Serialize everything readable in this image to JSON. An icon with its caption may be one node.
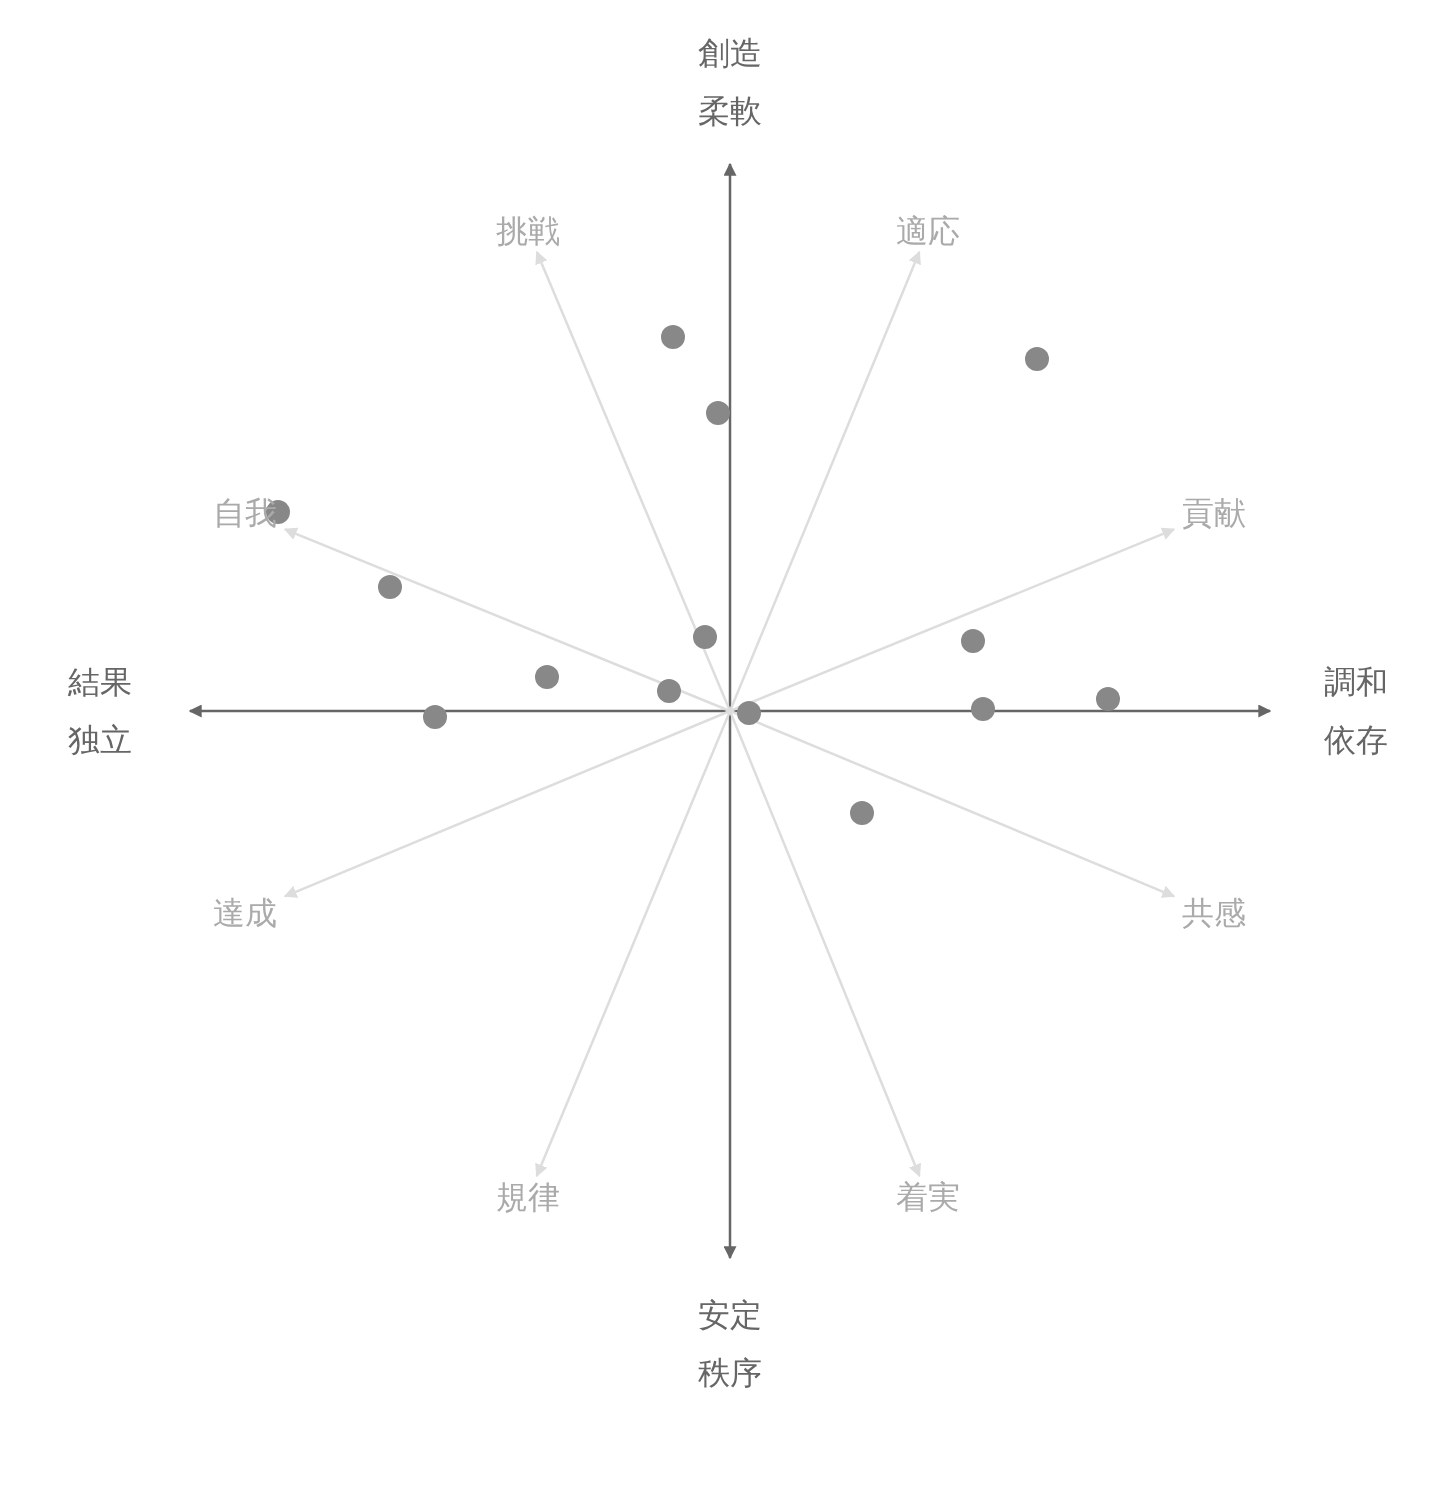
{
  "diagram": {
    "nodes": [
      {
        "text": [
          "創造",
          "柔軟"
        ]
      },
      {
        "text": [
          "挑戦"
        ]
      },
      {
        "text": [
          "適応"
        ]
      },
      {
        "text": [
          "自我"
        ]
      },
      {
        "text": [
          "貢献"
        ]
      },
      {
        "text": [
          "結果",
          "独立"
        ]
      },
      {
        "text": [
          "調和",
          "依存"
        ]
      },
      {
        "text": [
          "達成"
        ]
      },
      {
        "text": [
          "共感"
        ]
      },
      {
        "text": [
          "規律"
        ]
      },
      {
        "text": [
          "着実"
        ]
      },
      {
        "text": [
          "安定",
          "秩序"
        ]
      }
    ],
    "edges": [
      {
        "from": 0,
        "to": 11,
        "arrow": "both",
        "color": "#666666"
      },
      {
        "from": 5,
        "to": 6,
        "arrow": "both",
        "color": "#666666"
      },
      {
        "from": null,
        "to": 1,
        "arrow": "to"
      },
      {
        "from": null,
        "to": 2,
        "arrow": "to"
      },
      {
        "from": null,
        "to": 3,
        "arrow": "to"
      },
      {
        "from": null,
        "to": 4,
        "arrow": "to"
      },
      {
        "from": null,
        "to": 7,
        "arrow": "to"
      },
      {
        "from": null,
        "to": 8,
        "arrow": "to"
      },
      {
        "from": null,
        "to": 9,
        "arrow": "to"
      },
      {
        "from": null,
        "to": 10,
        "arrow": "to"
      }
    ]
  }
}
